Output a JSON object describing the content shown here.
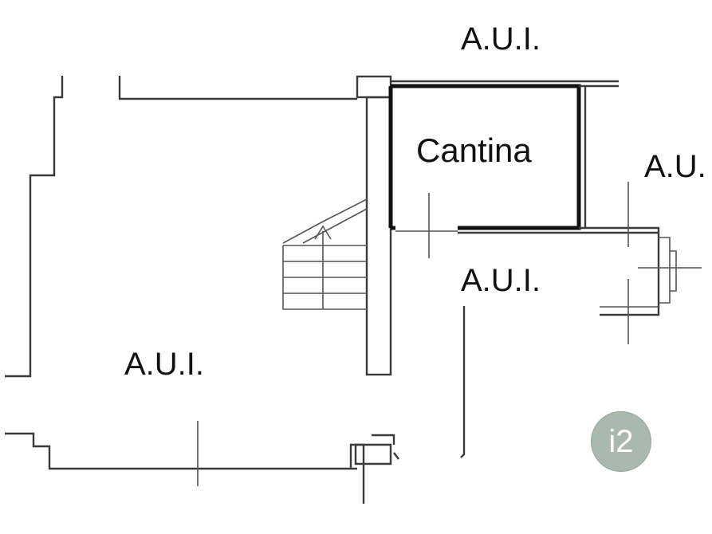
{
  "labels": {
    "aui_top": "A.U.I.",
    "aui_right": "A.U.",
    "aui_center": "A.U.I.",
    "aui_left": "A.U.I.",
    "room": "Cantina"
  },
  "badge": {
    "text": "i2",
    "color": "#a9b9b0"
  },
  "colors": {
    "wall": "#3a3a3a",
    "room_outline": "#111111",
    "background": "#ffffff"
  }
}
